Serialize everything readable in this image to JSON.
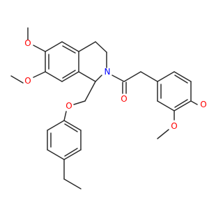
{
  "atoms": {
    "o_ring6": "O",
    "o_ring7": "O",
    "n_ring": "N",
    "o_ether": "O",
    "o_carbonyl": "O",
    "o_aryl_para": "O",
    "o_aryl_meta": "O"
  },
  "colors": {
    "bond": "#2b2b2b",
    "oxygen": "#ff0000",
    "nitrogen": "#0000ff"
  }
}
